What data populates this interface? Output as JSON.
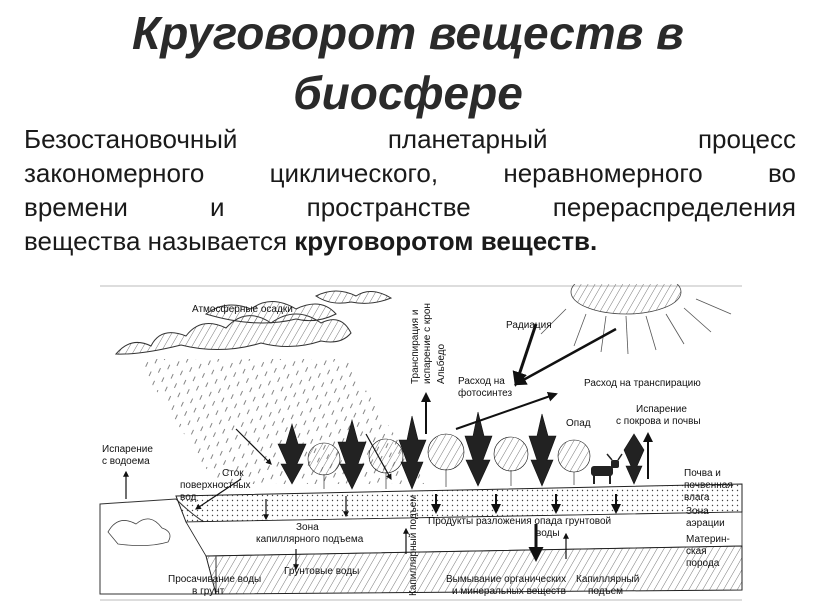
{
  "title": {
    "line1": "Круговорот веществ в",
    "line2": "биосфере"
  },
  "definition": {
    "line1": [
      "Безостановочный",
      "планетарный",
      "процесс"
    ],
    "line2": [
      "закономерного",
      "циклического,",
      "неравномерного",
      "во"
    ],
    "line3": [
      "времени",
      "и",
      "пространстве",
      "перераспределения"
    ],
    "line4_normal": "вещества называется ",
    "line4_bold": "круговоротом веществ."
  },
  "diagram": {
    "labels": {
      "precipitation": "Атмосферные осадки",
      "transpiration_line1": "Транспирация и",
      "transpiration_line2": "испарение с крон",
      "albedo": "Альбедо",
      "radiation": "Радиация",
      "photosynthesis_line1": "Расход на",
      "photosynthesis_line2": "фотосинтез",
      "transpiration_use": "Расход на транспирацию",
      "evap_water_line1": "Испарение",
      "evap_water_line2": "с водоема",
      "evap_soil_line1": "Испарение",
      "evap_soil_line2": "с покрова и почвы",
      "litter": "Опад",
      "runoff_line1": "Сток",
      "runoff_line2": "поверхностных",
      "runoff_line3": "вод",
      "capillary_zone_line1": "Зона",
      "capillary_zone_line2": "капиллярного подъема",
      "decomposition": "Продукты разложения опада грунтовой",
      "decomposition_2": "воды",
      "soil_line1": "Почва и",
      "soil_line2": "почвенная",
      "soil_line3": "влага",
      "aeration_line1": "Зона",
      "aeration_line2": "аэрации",
      "bedrock_line1": "Материн-",
      "bedrock_line2": "ская",
      "bedrock_line3": "порода",
      "seepage_line1": "Просачивание воды",
      "seepage_line2": "в грунт",
      "groundwater": "Грунтовые воды",
      "capillary_rise_vert": "Капиллярный подъем",
      "leaching_line1": "Вымывание органических",
      "leaching_line2": "и минеральных веществ",
      "capillary_rise_line1": "Капиллярный",
      "capillary_rise_line2": "подъем"
    }
  }
}
